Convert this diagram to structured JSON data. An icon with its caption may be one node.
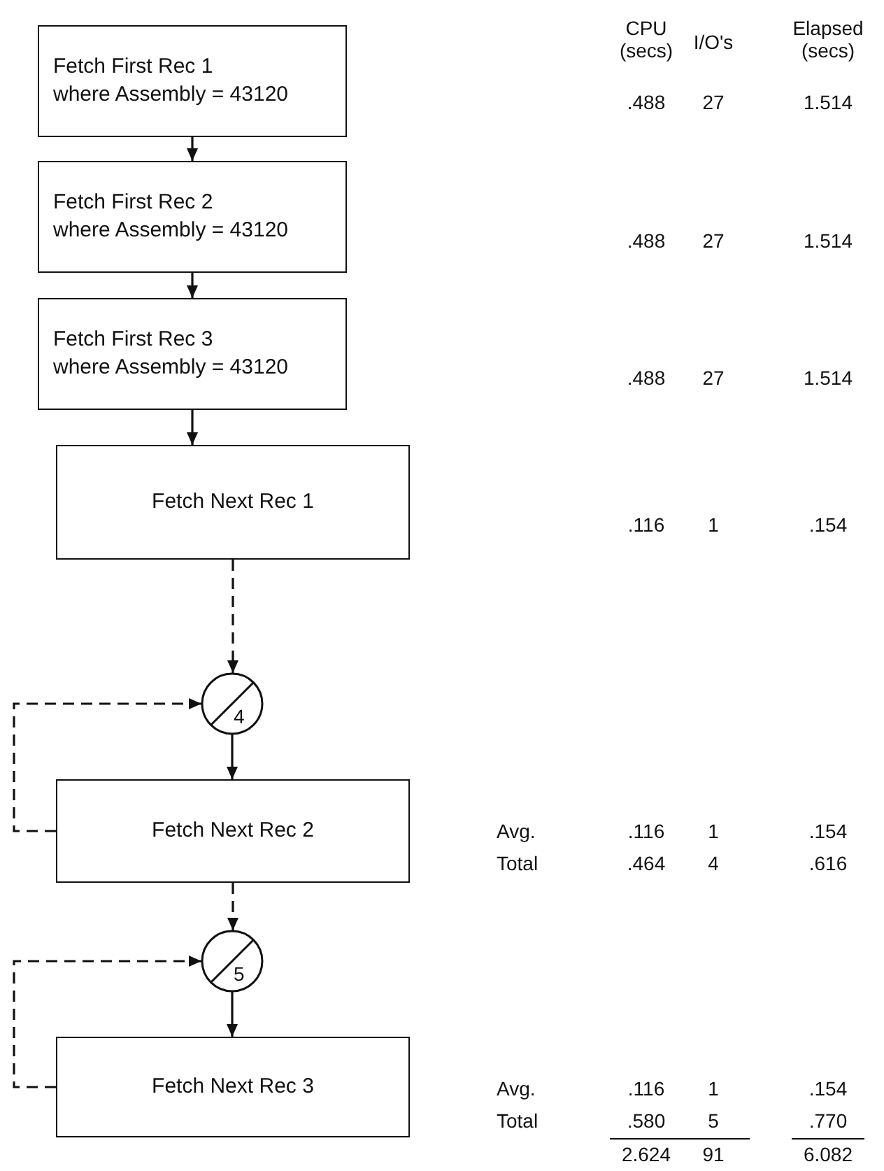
{
  "diagram": {
    "nodes": [
      {
        "text": [
          "Fetch First Rec 1",
          "where Assembly = 43120"
        ]
      },
      {
        "text": [
          "Fetch First Rec 2",
          "where Assembly = 43120"
        ]
      },
      {
        "text": [
          "Fetch First Rec 3",
          "where Assembly = 43120"
        ]
      },
      {
        "text": [
          "Fetch Next Rec 1"
        ]
      },
      {
        "text": [
          "4"
        ]
      },
      {
        "text": [
          "Fetch Next Rec 2"
        ]
      },
      {
        "text": [
          "5"
        ]
      },
      {
        "text": [
          "Fetch Next Rec 3"
        ]
      }
    ],
    "edges": [
      {
        "from": 0,
        "to": 1,
        "arrow": "to"
      },
      {
        "from": 1,
        "to": 2,
        "arrow": "to"
      },
      {
        "from": 2,
        "to": 3,
        "arrow": "to"
      },
      {
        "from": 3,
        "to": 4,
        "arrow": "to",
        "style": "dashed"
      },
      {
        "from": 4,
        "to": 5,
        "arrow": "to"
      },
      {
        "from": 5,
        "to": 4,
        "arrow": "to",
        "style": "dashed"
      },
      {
        "from": 5,
        "to": 6,
        "arrow": "to",
        "style": "dashed"
      },
      {
        "from": 6,
        "to": 7,
        "arrow": "to"
      },
      {
        "from": 7,
        "to": 6,
        "arrow": "to",
        "style": "dashed"
      }
    ],
    "labels": [
      "CPU (secs)",
      "I/O's",
      "Elapsed (secs)",
      ".488",
      "27",
      "1.514",
      ".488",
      "27",
      "1.514",
      ".488",
      "27",
      "1.514",
      ".116",
      "1",
      ".154",
      "Avg.",
      ".116",
      "1",
      ".154",
      "Total",
      ".464",
      "4",
      ".616",
      "Avg.",
      ".116",
      "1",
      ".154",
      "Total",
      ".580",
      "5",
      ".770",
      "2.624",
      "91",
      "6.082"
    ]
  }
}
